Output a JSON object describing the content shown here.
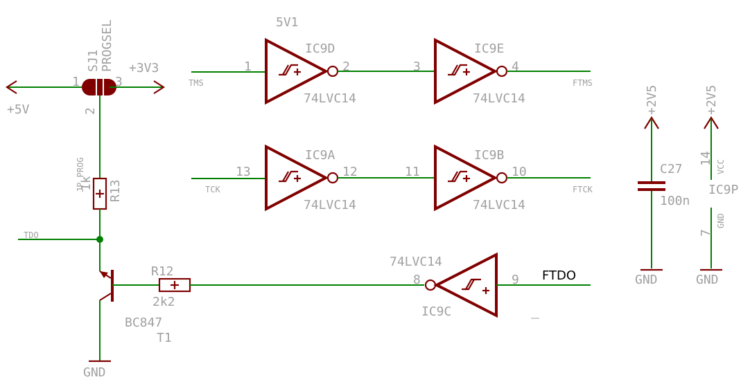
{
  "colors": {
    "wire": "#008000",
    "component": "#800000",
    "label": "#a0a0a0",
    "net": "#000000"
  },
  "jumper": {
    "name": "SJ1",
    "value": "PROGSEL",
    "pin1": "1",
    "pin2": "2",
    "pin3": "3"
  },
  "supplies": {
    "p5v": "+5V",
    "p3v3": "+3V3",
    "p2v5_a": "+2V5",
    "p2v5_b": "+2V5",
    "gnd_t1": "GND",
    "gnd_c27": "GND",
    "gnd_ic9p": "GND"
  },
  "resistor_r13": {
    "name": "R13",
    "value": "1k",
    "net": "JP_PROG"
  },
  "resistor_r12": {
    "name": "R12",
    "value": "2k2"
  },
  "transistor": {
    "type": "BC847",
    "name": "T1"
  },
  "nets": {
    "tdo": "TDO",
    "tms": "TMS",
    "tck": "TCK",
    "ftms": "FTMS",
    "ftck": "FTCK",
    "ftdo": "FTDO",
    "top_cut": "5V1"
  },
  "ic9d": {
    "name": "IC9D",
    "type": "74LVC14",
    "pin_in": "1",
    "pin_out": "2"
  },
  "ic9e": {
    "name": "IC9E",
    "type": "74LVC14",
    "pin_in": "3",
    "pin_out": "4"
  },
  "ic9a": {
    "name": "IC9A",
    "type": "74LVC14",
    "pin_in": "13",
    "pin_out": "12"
  },
  "ic9b": {
    "name": "IC9B",
    "type": "74LVC14",
    "pin_in": "11",
    "pin_out": "10"
  },
  "ic9c": {
    "name": "IC9C",
    "type": "74LVC14",
    "pin_in": "8",
    "pin_out": "9"
  },
  "capacitor": {
    "name": "C27",
    "value": "100n"
  },
  "ic9p": {
    "name": "IC9P",
    "pin_vcc": "14",
    "pin_gnd": "7",
    "vcc_label": "VCC",
    "gnd_label": "GND"
  }
}
